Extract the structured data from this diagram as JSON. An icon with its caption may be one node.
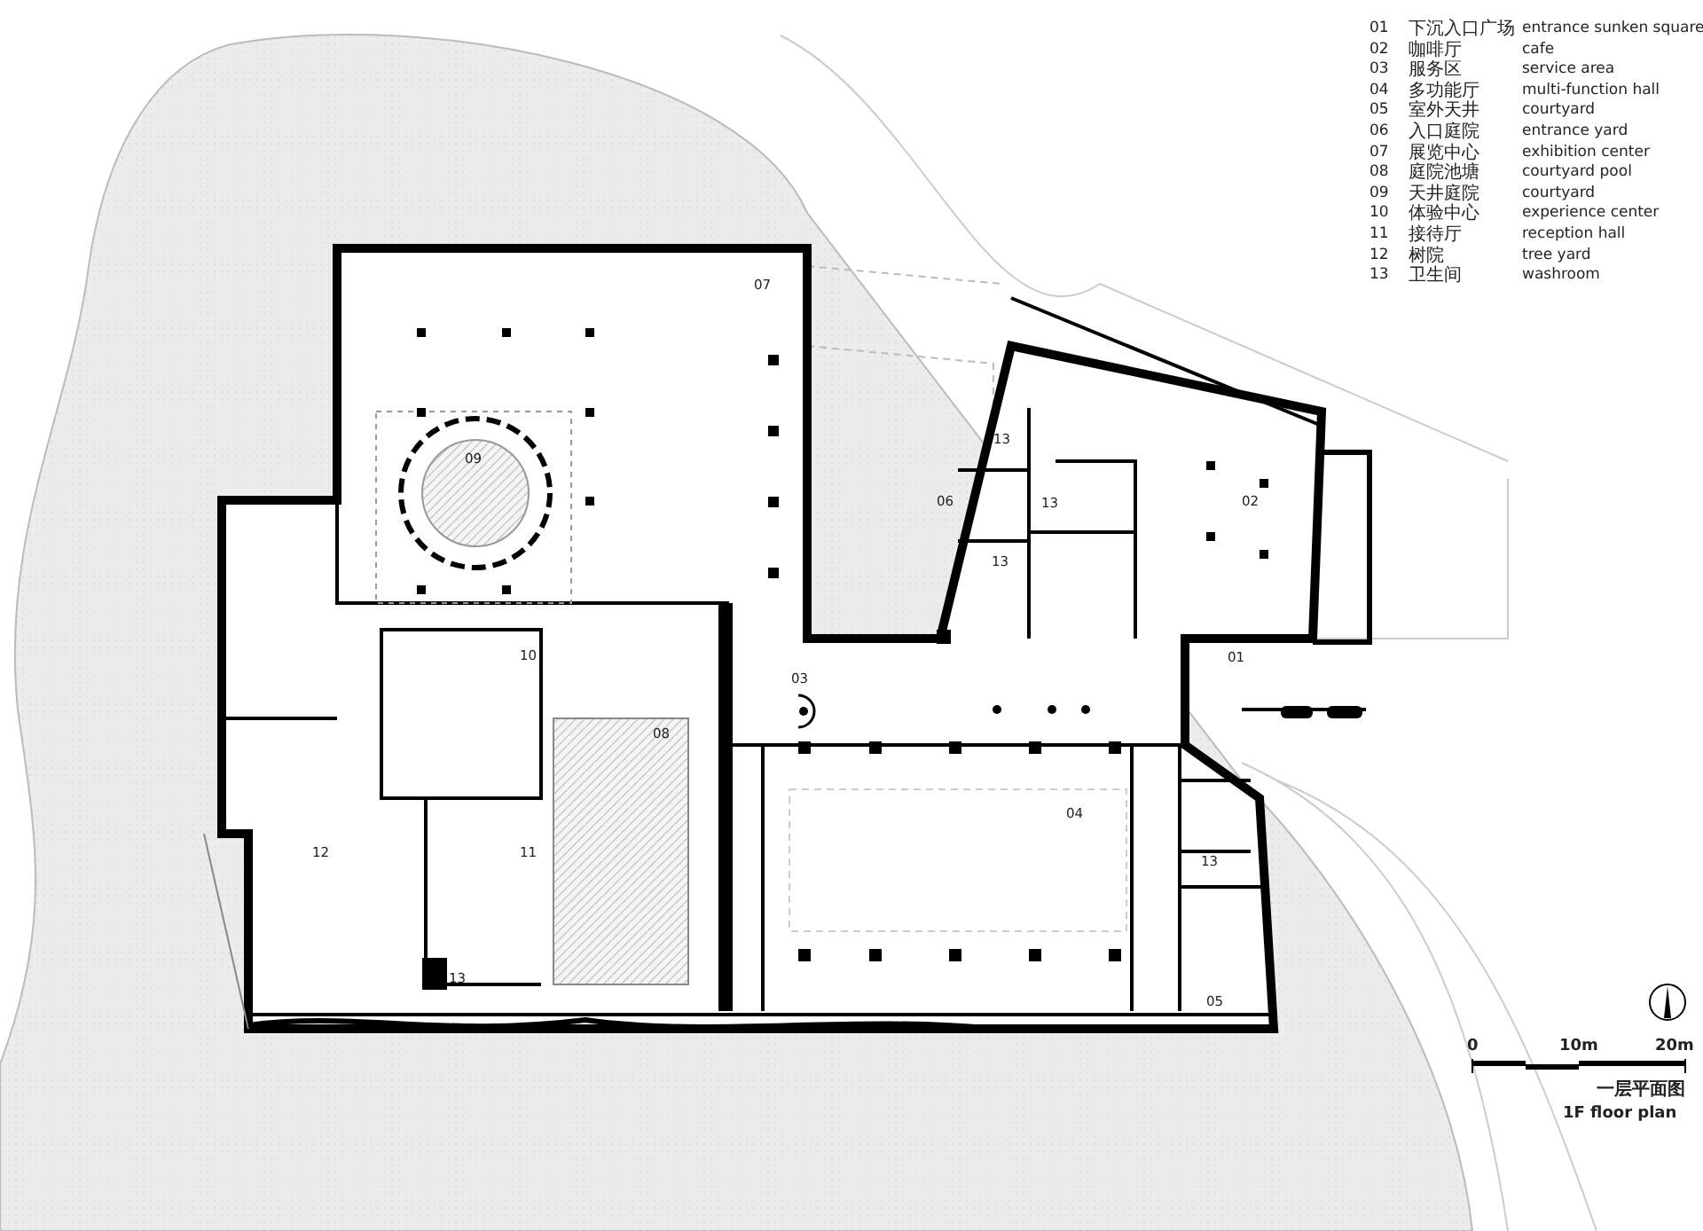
{
  "diagram": {
    "labels": [
      "01",
      "下沉入口广场",
      "entrance sunken square",
      "02",
      "咖啡厅",
      "cafe",
      "03",
      "服务区",
      "service area",
      "04",
      "多功能厅",
      "multi-function hall",
      "05",
      "室外天井",
      "courtyard",
      "06",
      "入口庭院",
      "entrance yard",
      "07",
      "展览中心",
      "exhibition center",
      "08",
      "庭院池塘",
      "courtyard pool",
      "09",
      "天井庭院",
      "courtyard",
      "10",
      "体验中心",
      "experience center",
      "11",
      "接待厅",
      "reception hall",
      "12",
      "树院",
      "tree yard",
      "13",
      "卫生间",
      "washroom",
      "07",
      "13",
      "09",
      "06",
      "13",
      "02",
      "13",
      "10",
      "01",
      "03",
      "08",
      "04",
      "13",
      "12",
      "11",
      "13",
      "05",
      "0",
      "10m",
      "20m",
      "一层平面图",
      "1F floor plan"
    ]
  }
}
